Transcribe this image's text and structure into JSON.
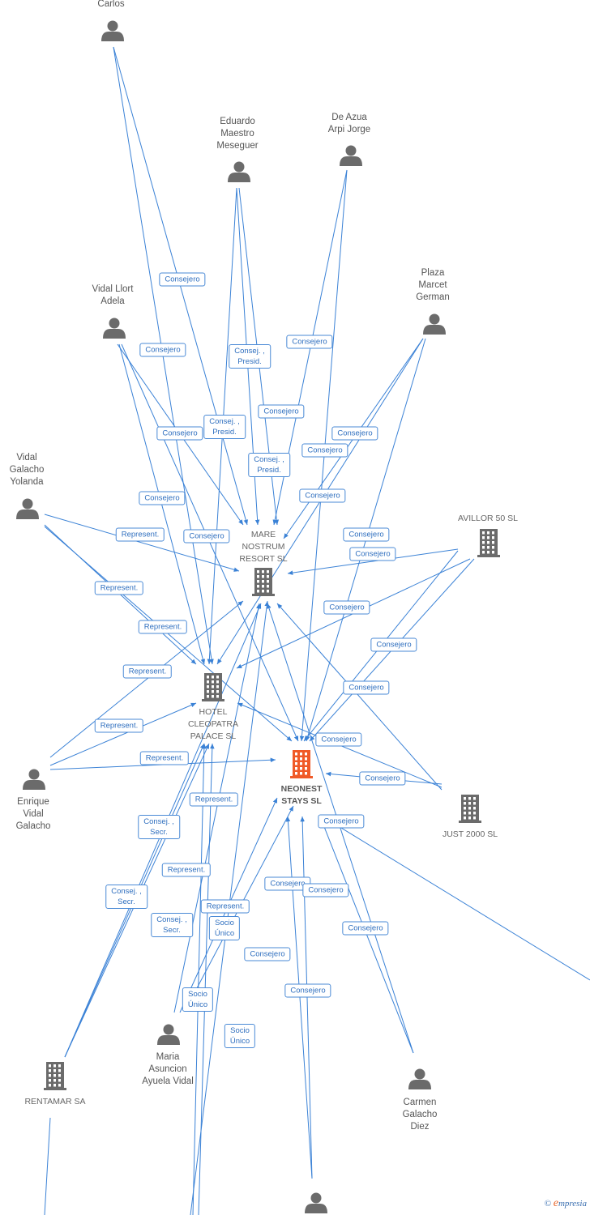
{
  "nodes": [
    {
      "id": "carlos",
      "type": "person",
      "label": [
        "Carlos"
      ]
    },
    {
      "id": "eduardo",
      "type": "person",
      "label": [
        "Eduardo",
        "Maestro",
        "Meseguer"
      ]
    },
    {
      "id": "deazua",
      "type": "person",
      "label": [
        "De Azua",
        "Arpi Jorge"
      ]
    },
    {
      "id": "plaza",
      "type": "person",
      "label": [
        "Plaza",
        "Marcet",
        "German"
      ]
    },
    {
      "id": "vidalllort",
      "type": "person",
      "label": [
        "Vidal Llort",
        "Adela"
      ]
    },
    {
      "id": "vidalgalacho",
      "type": "person",
      "label": [
        "Vidal",
        "Galacho",
        "Yolanda"
      ]
    },
    {
      "id": "avillor",
      "type": "company",
      "label": [
        "AVILLOR 50  SL"
      ]
    },
    {
      "id": "mare",
      "type": "company",
      "label": [
        "MARE",
        "NOSTRUM",
        "RESORT SL"
      ]
    },
    {
      "id": "hotel",
      "type": "company",
      "label": [
        "HOTEL",
        "CLEOPATRA",
        "PALACE  SL"
      ]
    },
    {
      "id": "neonest",
      "type": "company",
      "focus": true,
      "label": [
        "NEONEST",
        "STAYS  SL"
      ]
    },
    {
      "id": "just2000",
      "type": "company",
      "label": [
        "JUST 2000  SL"
      ]
    },
    {
      "id": "enrique",
      "type": "person",
      "label": [
        "Enrique",
        "Vidal",
        "Galacho"
      ]
    },
    {
      "id": "maria",
      "type": "person",
      "label": [
        "Maria",
        "Asuncion",
        "Ayuela Vidal"
      ]
    },
    {
      "id": "rentamar",
      "type": "company",
      "label": [
        "RENTAMAR SA"
      ]
    },
    {
      "id": "carmen",
      "type": "person",
      "label": [
        "Carmen",
        "Galacho",
        "Diez"
      ]
    },
    {
      "id": "bottom",
      "type": "person",
      "label": []
    }
  ],
  "edges": [
    {
      "text": [
        "Consejero"
      ]
    },
    {
      "text": [
        "Consejero"
      ]
    },
    {
      "text": [
        "Consej. ,",
        "Presid."
      ]
    },
    {
      "text": [
        "Consejero"
      ]
    },
    {
      "text": [
        "Consejero"
      ]
    },
    {
      "text": [
        "Consej. ,",
        "Presid."
      ]
    },
    {
      "text": [
        "Consejero"
      ]
    },
    {
      "text": [
        "Consejero"
      ]
    },
    {
      "text": [
        "Consejero"
      ]
    },
    {
      "text": [
        "Consej. ,",
        "Presid."
      ]
    },
    {
      "text": [
        "Consejero"
      ]
    },
    {
      "text": [
        "Consejero"
      ]
    },
    {
      "text": [
        "Represent."
      ]
    },
    {
      "text": [
        "Consejero"
      ]
    },
    {
      "text": [
        "Consejero"
      ]
    },
    {
      "text": [
        "Consejero"
      ]
    },
    {
      "text": [
        "Represent."
      ]
    },
    {
      "text": [
        "Consejero"
      ]
    },
    {
      "text": [
        "Represent."
      ]
    },
    {
      "text": [
        "Consejero"
      ]
    },
    {
      "text": [
        "Represent."
      ]
    },
    {
      "text": [
        "Consejero"
      ]
    },
    {
      "text": [
        "Represent."
      ]
    },
    {
      "text": [
        "Consejero"
      ]
    },
    {
      "text": [
        "Represent."
      ]
    },
    {
      "text": [
        "Consejero"
      ]
    },
    {
      "text": [
        "Represent."
      ]
    },
    {
      "text": [
        "Consejero"
      ]
    },
    {
      "text": [
        "Consej. ,",
        "Secr."
      ]
    },
    {
      "text": [
        "Represent."
      ]
    },
    {
      "text": [
        "Consejero"
      ]
    },
    {
      "text": [
        "Consej. ,",
        "Secr."
      ]
    },
    {
      "text": [
        "Consejero"
      ]
    },
    {
      "text": [
        "Consej. ,",
        "Secr."
      ]
    },
    {
      "text": [
        "Represent."
      ]
    },
    {
      "text": [
        "Socio",
        "Único"
      ]
    },
    {
      "text": [
        "Consejero"
      ]
    },
    {
      "text": [
        "Consejero"
      ]
    },
    {
      "text": [
        "Socio",
        "Único"
      ]
    },
    {
      "text": [
        "Consejero"
      ]
    },
    {
      "text": [
        "Socio",
        "Único"
      ]
    }
  ],
  "brand": {
    "copyright": "©",
    "e": "e",
    "name": "mpresia"
  },
  "colors": {
    "edge": "#3b82d6",
    "icon": "#6b6b6b",
    "focus": "#f05a28",
    "label_border": "#4a8ad6",
    "label_text": "#2f6fbf"
  }
}
